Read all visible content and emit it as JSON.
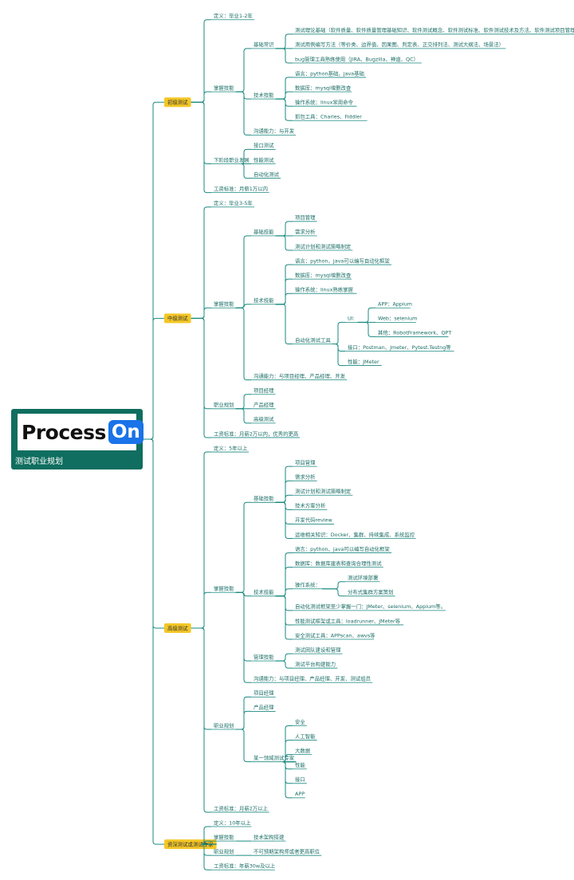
{
  "colors": {
    "line": "#1a8a80",
    "text": "#1a6e66",
    "tag_fill": "#f4c726",
    "tag_text": "#333333",
    "root_fill": "#0f6e5f"
  },
  "root": {
    "logo_text": "Process",
    "logo_badge": "On",
    "label": "测试职业规划"
  },
  "mindmap": {
    "t": "",
    "tag": false,
    "c": [
      {
        "t": "初级测试",
        "tag": true,
        "c": [
          {
            "t": "定义：毕业1-2年"
          },
          {
            "t": "掌握技能",
            "c": [
              {
                "t": "基础常识",
                "c": [
                  {
                    "t": "测试理论基础（软件质量、软件质量管理基础知识、软件测试概念、软件测试标准、软件测试技术及方法、软件测试项目管理）"
                  },
                  {
                    "t": "测试用例编写方法（等价类、边界值、因果图、判定表、正交排列法、测试大纲法、场景法）"
                  },
                  {
                    "t": "bug管理工具熟练使用（JIRA、Bugzilla、禅道、QC）"
                  }
                ]
              },
              {
                "t": "技术技能",
                "c": [
                  {
                    "t": "语言：python基础，java基础"
                  },
                  {
                    "t": "数据库：mysql增删改查"
                  },
                  {
                    "t": "操作系统：linux常用命令"
                  },
                  {
                    "t": "抓包工具：Charles、Fiddler"
                  }
                ]
              },
              {
                "t": "沟通能力：与开发"
              }
            ]
          },
          {
            "t": "下阶段职业发展",
            "c": [
              {
                "t": "接口测试"
              },
              {
                "t": "性能测试"
              },
              {
                "t": "自动化测试"
              }
            ]
          },
          {
            "t": "工资标准：月薪1万以内"
          }
        ]
      },
      {
        "t": "中级测试",
        "tag": true,
        "c": [
          {
            "t": "定义：毕业3-5年"
          },
          {
            "t": "掌握技能",
            "c": [
              {
                "t": "基础技能",
                "c": [
                  {
                    "t": "项目管理"
                  },
                  {
                    "t": "需求分析"
                  },
                  {
                    "t": "测试计划和测试策略制定"
                  }
                ]
              },
              {
                "t": "技术技能",
                "c": [
                  {
                    "t": "语言：python、java可以编写自动化框架"
                  },
                  {
                    "t": "数据库：mysql增删改查"
                  },
                  {
                    "t": "操作系统：linux熟练掌握"
                  },
                  {
                    "t": "自动化测试工具",
                    "c": [
                      {
                        "t": "UI:",
                        "c": [
                          {
                            "t": "APP：Appium"
                          },
                          {
                            "t": "Web：selenium"
                          },
                          {
                            "t": "其他：RobotFramework、QPT"
                          }
                        ]
                      },
                      {
                        "t": "接口：Postman、Jmeter、Pytest.Testng等"
                      },
                      {
                        "t": "性能：JMeter"
                      }
                    ]
                  }
                ]
              },
              {
                "t": "沟通能力：与项目经理、产品经理、开发"
              }
            ]
          },
          {
            "t": "职业规划",
            "c": [
              {
                "t": "项目经理"
              },
              {
                "t": "产品经理"
              },
              {
                "t": "高级测试"
              }
            ]
          },
          {
            "t": "工资标准：月薪2万以内，优秀的更高"
          }
        ]
      },
      {
        "t": "高级测试",
        "tag": true,
        "c": [
          {
            "t": "定义：5年以上"
          },
          {
            "t": "掌握技能",
            "c": [
              {
                "t": "基础技能",
                "c": [
                  {
                    "t": "项目管理"
                  },
                  {
                    "t": "需求分析"
                  },
                  {
                    "t": "测试计划和测试策略制定"
                  },
                  {
                    "t": "技术方案分析"
                  },
                  {
                    "t": "开发代码review"
                  },
                  {
                    "t": "运维相关知识：Docker、集群、持续集成、系统监控"
                  }
                ]
              },
              {
                "t": "技术技能",
                "c": [
                  {
                    "t": "语言：python、java可以编写自动化框架"
                  },
                  {
                    "t": "数据库：数据库建表和查询合理性测试"
                  },
                  {
                    "t": "操作系统：",
                    "c": [
                      {
                        "t": "测试环境部署"
                      },
                      {
                        "t": "分布式集群方案策划"
                      }
                    ]
                  },
                  {
                    "t": "自动化测试框架至少掌握一门：JMeter、selenium、Appium等。"
                  },
                  {
                    "t": "性能测试框架或工具：loadrunner、JMeter等"
                  },
                  {
                    "t": "安全测试工具：APPscan、awvs等"
                  }
                ]
              },
              {
                "t": "管理技能",
                "c": [
                  {
                    "t": "测试团队建设和管理"
                  },
                  {
                    "t": "测试平台构建能力"
                  }
                ]
              },
              {
                "t": "沟通能力：与项目经理、产品经理、开发、测试组员"
              }
            ]
          },
          {
            "t": "职业规划",
            "c": [
              {
                "t": "项目经理"
              },
              {
                "t": "产品经理"
              },
              {
                "t": "某一领域测试专家",
                "c": [
                  {
                    "t": "安全"
                  },
                  {
                    "t": "人工智能"
                  },
                  {
                    "t": "大数据"
                  },
                  {
                    "t": "性能"
                  },
                  {
                    "t": "接口"
                  },
                  {
                    "t": "APP"
                  }
                ]
              }
            ]
          },
          {
            "t": "工资标准：月薪2万以上"
          }
        ]
      },
      {
        "t": "资深测试或测试专家",
        "tag": true,
        "c": [
          {
            "t": "定义：10年以上"
          },
          {
            "t": "掌握技能",
            "c": [
              {
                "t": "技术架构搭建"
              }
            ]
          },
          {
            "t": "职业规划",
            "c": [
              {
                "t": "不可预期架构师或者更高职位"
              }
            ]
          },
          {
            "t": "工资标准：年薪30w及以上"
          }
        ]
      }
    ]
  }
}
